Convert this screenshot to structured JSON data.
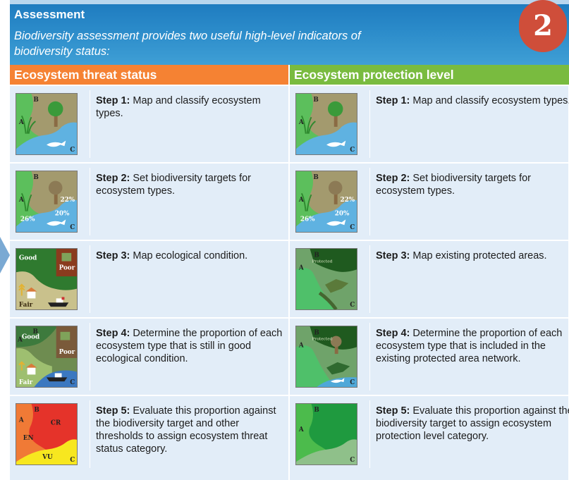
{
  "header": {
    "title": "Assessment",
    "subtitle": "Biodiversity assessment provides two useful high-level indicators of biodiversity status:",
    "badge": "2"
  },
  "columns": {
    "threat": "Ecosystem threat status",
    "protection": "Ecosystem protection level"
  },
  "colors": {
    "header_blue": "#2a8ac9",
    "threat_orange": "#f58233",
    "protection_green": "#79bb3f",
    "badge_red": "#cf4e3a",
    "cell_bg": "#e2edf8"
  },
  "map_labels": {
    "A": "A",
    "B": "B",
    "C": "C",
    "pct_22": "22%",
    "pct_26": "26%",
    "pct_20": "20%",
    "good": "Good",
    "poor": "Poor",
    "fair": "Fair",
    "protected": "Protected",
    "cr": "CR",
    "en": "EN",
    "vu": "VU"
  },
  "threat_steps": [
    {
      "label": "Step 1:",
      "text": " Map and classify ecosystem types."
    },
    {
      "label": "Step 2:",
      "text": " Set biodiversity targets for ecosystem types."
    },
    {
      "label": "Step 3:",
      "text": " Map ecological condition."
    },
    {
      "label": "Step 4:",
      "text": " Determine the proportion of each ecosystem type that is still in good ecological condition."
    },
    {
      "label": "Step 5:",
      "text": " Evaluate this proportion against the biodiversity target and other thresholds to assign ecosystem threat status category."
    }
  ],
  "protection_steps": [
    {
      "label": "Step 1:",
      "text": " Map and classify ecosystem types."
    },
    {
      "label": "Step 2:",
      "text": " Set biodiversity targets for ecosystem types."
    },
    {
      "label": "Step 3:",
      "text": " Map existing protected areas."
    },
    {
      "label": "Step 4:",
      "text": " Determine the proportion of each ecosystem type that is included in the existing protected area network."
    },
    {
      "label": "Step 5:",
      "text": " Evaluate this proportion against the biodiversity target to assign ecosystem protection level category."
    }
  ]
}
